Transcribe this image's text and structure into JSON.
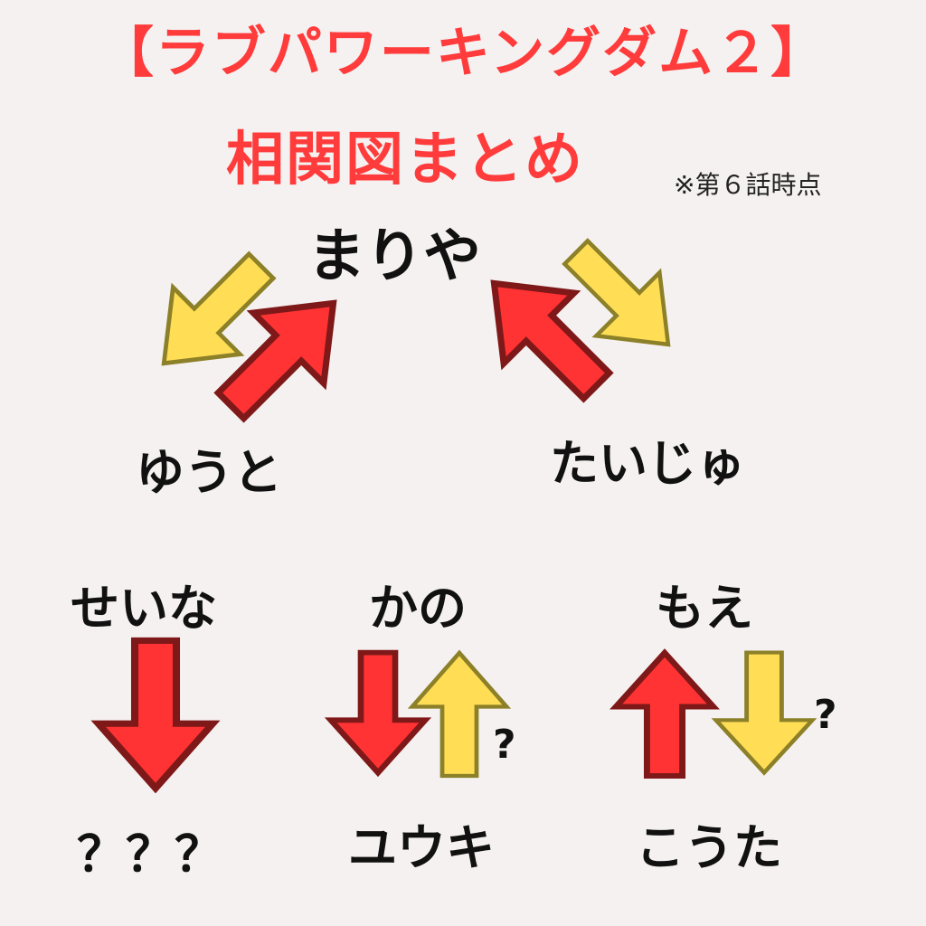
{
  "title": {
    "line1": "【ラブパワーキングダム２】",
    "line2": "相関図まとめ",
    "note": "※第６話時点"
  },
  "colors": {
    "red": "#ff3333",
    "red_stroke": "#7f1818",
    "yellow": "#ffdd55",
    "yellow_stroke": "#8c8028",
    "title": "#ff3b3b"
  },
  "people": {
    "mariya": "まりや",
    "yuto": "ゆうと",
    "taiju": "たいじゅ",
    "seina": "せいな",
    "kano": "かの",
    "moe": "もえ",
    "unknown": "？？？",
    "yuki": "ユウキ",
    "kota": "こうた"
  },
  "marks": {
    "kano_yuki_question": "?",
    "moe_kota_question": "?"
  }
}
